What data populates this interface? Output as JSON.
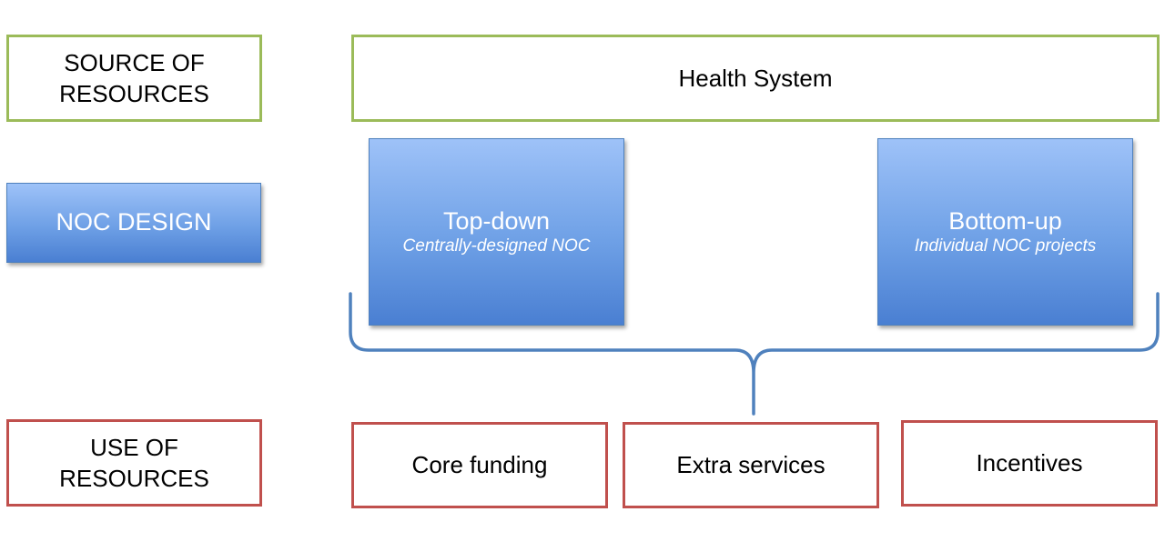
{
  "rows": {
    "source_label": "SOURCE OF RESOURCES",
    "design_label": "NOC DESIGN",
    "use_label": "USE OF RESOURCES"
  },
  "source": {
    "health_system": "Health System"
  },
  "design": {
    "top_down_title": "Top-down",
    "top_down_subtitle": "Centrally-designed NOC",
    "bottom_up_title": "Bottom-up",
    "bottom_up_subtitle": "Individual NOC projects"
  },
  "uses": {
    "core_funding": "Core funding",
    "extra_services": "Extra services",
    "incentives": "Incentives"
  },
  "colors": {
    "green_border": "#9bbb59",
    "red_border": "#c0504d",
    "blue_fill": "#6ea0e6",
    "brace": "#4f81bd"
  }
}
